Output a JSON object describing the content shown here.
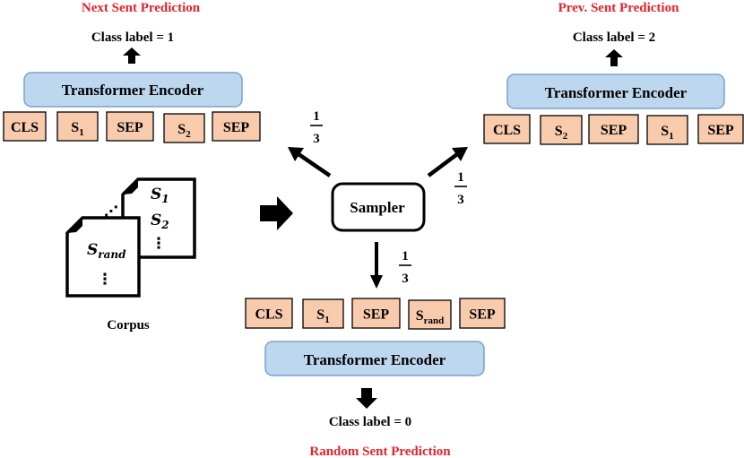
{
  "colors": {
    "task_title": "#e3242b",
    "encoder_fill": "#bdd7ee",
    "encoder_stroke": "#7aa3cc",
    "token_fill": "#f8cbad",
    "token_stroke": "#000000",
    "ink": "#000000"
  },
  "next_sent": {
    "title": "Next Sent Prediction",
    "class_label": "Class label = 1",
    "encoder_label": "Transformer Encoder",
    "tokens": [
      {
        "main": "CLS",
        "sub": ""
      },
      {
        "main": "S",
        "sub": "1"
      },
      {
        "main": "SEP",
        "sub": ""
      },
      {
        "main": "S",
        "sub": "2"
      },
      {
        "main": "SEP",
        "sub": ""
      }
    ]
  },
  "prev_sent": {
    "title": "Prev. Sent Prediction",
    "class_label": "Class label = 2",
    "encoder_label": "Transformer Encoder",
    "tokens": [
      {
        "main": "CLS",
        "sub": ""
      },
      {
        "main": "S",
        "sub": "2"
      },
      {
        "main": "SEP",
        "sub": ""
      },
      {
        "main": "S",
        "sub": "1"
      },
      {
        "main": "SEP",
        "sub": ""
      }
    ]
  },
  "random_sent": {
    "title": "Random Sent Prediction",
    "class_label": "Class label = 0",
    "encoder_label": "Transformer Encoder",
    "tokens": [
      {
        "main": "CLS",
        "sub": ""
      },
      {
        "main": "S",
        "sub": "1"
      },
      {
        "main": "SEP",
        "sub": ""
      },
      {
        "main": "S",
        "sub": "rand"
      },
      {
        "main": "SEP",
        "sub": ""
      }
    ]
  },
  "sampler": {
    "label": "Sampler",
    "prob_numerator": "1",
    "prob_denominator": "3"
  },
  "corpus": {
    "label": "Corpus",
    "back_page": {
      "line1_main": "S",
      "line1_sub": "1",
      "line2_main": "S",
      "line2_sub": "2",
      "dots": "⋮",
      "corner_dots": "⋰"
    },
    "front_page": {
      "line_main": "S",
      "line_sub": "rand",
      "dots": "⋮"
    }
  }
}
